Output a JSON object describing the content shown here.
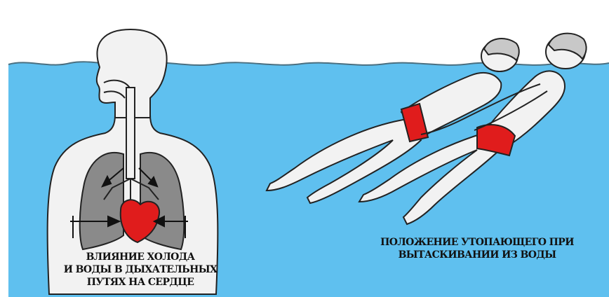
{
  "colors": {
    "water": "#5fc0ef",
    "water_line": "#4a6f80",
    "body_fill": "#f2f2f2",
    "outline": "#222222",
    "lungs": "#8a8a8a",
    "heart": "#e01c1c",
    "swimsuit": "#e01c1c"
  },
  "caption_left": {
    "line1": "ВЛИЯНИЕ ХОЛОДА",
    "line2": "И ВОДЫ В ДЫХАТЕЛЬНЫХ",
    "line3": "ПУТЯХ НА СЕРДЦЕ"
  },
  "caption_right": {
    "line1": "ПОЛОЖЕНИЕ УТОПАЮЩЕГО ПРИ",
    "line2": "ВЫТАСКИВАНИИ ИЗ ВОДЫ"
  }
}
